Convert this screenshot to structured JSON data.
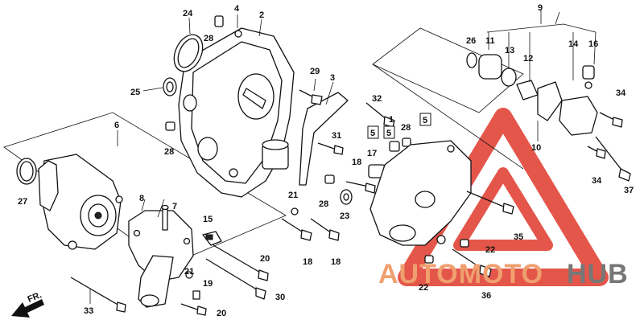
{
  "callouts": {
    "c1": "1",
    "c2": "2",
    "c3": "3",
    "c4": "4",
    "c5a": "5",
    "c5b": "5",
    "c5c": "5",
    "c6": "6",
    "c7": "7",
    "c8": "8",
    "c9": "9",
    "c10": "10",
    "c11": "11",
    "c12": "12",
    "c13": "13",
    "c14": "14",
    "c15": "15",
    "c16": "16",
    "c17": "17",
    "c18a": "18",
    "c18b": "18",
    "c18c": "18",
    "c19": "19",
    "c20a": "20",
    "c20b": "20",
    "c21a": "21",
    "c21b": "21",
    "c22a": "22",
    "c22b": "22",
    "c23": "23",
    "c24": "24",
    "c25": "25",
    "c26": "26",
    "c27": "27",
    "c28a": "28",
    "c28b": "28",
    "c28c": "28",
    "c28d": "28",
    "c29": "29",
    "c30": "30",
    "c31": "31",
    "c32": "32",
    "c33": "33",
    "c34a": "34",
    "c34b": "34",
    "c35": "35",
    "c36": "36",
    "c37": "37"
  },
  "direction_label": "FR.",
  "watermark": {
    "text_a": "AUTOMOTO",
    "text_b": "HUB",
    "color_a": "#f0a070",
    "color_b": "#777777",
    "logo_color": "#e0392b"
  }
}
